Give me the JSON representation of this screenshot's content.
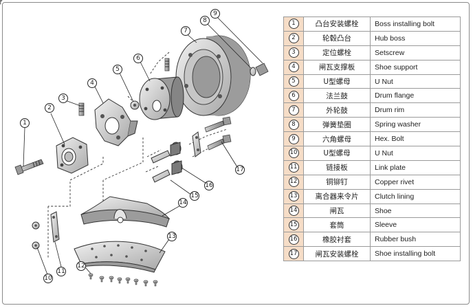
{
  "callouts": [
    "1",
    "2",
    "3",
    "4",
    "5",
    "6",
    "7",
    "8",
    "9",
    "10",
    "11",
    "12",
    "13",
    "14",
    "15",
    "16",
    "17"
  ],
  "parts": [
    {
      "no": "1",
      "cn": "凸台安装螺栓",
      "en": "Boss installing bolt"
    },
    {
      "no": "2",
      "cn": "轮毂凸台",
      "en": "Hub boss"
    },
    {
      "no": "3",
      "cn": "定位螺栓",
      "en": "Setscrew"
    },
    {
      "no": "4",
      "cn": "闸瓦支撑板",
      "en": "Shoe support"
    },
    {
      "no": "5",
      "cn": "U型螺母",
      "en": "U Nut"
    },
    {
      "no": "6",
      "cn": "法兰鼓",
      "en": "Drum flange"
    },
    {
      "no": "7",
      "cn": "外轮鼓",
      "en": "Drum rim"
    },
    {
      "no": "8",
      "cn": "弹簧垫圈",
      "en": "Spring washer"
    },
    {
      "no": "9",
      "cn": "六角螺母",
      "en": "Hex. Bolt"
    },
    {
      "no": "10",
      "cn": "U型螺母",
      "en": "U Nut"
    },
    {
      "no": "11",
      "cn": "链接板",
      "en": "Link plate"
    },
    {
      "no": "12",
      "cn": "铜铆钉",
      "en": "Copper rivet"
    },
    {
      "no": "13",
      "cn": "离合器来令片",
      "en": "Clutch lining"
    },
    {
      "no": "14",
      "cn": "闸瓦",
      "en": "Shoe"
    },
    {
      "no": "15",
      "cn": "套筒",
      "en": "Sleeve"
    },
    {
      "no": "16",
      "cn": "橡胶衬套",
      "en": "Rubber bush"
    },
    {
      "no": "17",
      "cn": "闸瓦安装螺栓",
      "en": "Shoe installing bolt"
    }
  ],
  "colors": {
    "part_fill": "#dedede",
    "part_shade": "#a9a9a9",
    "number_cell": "#f6ddc7"
  }
}
